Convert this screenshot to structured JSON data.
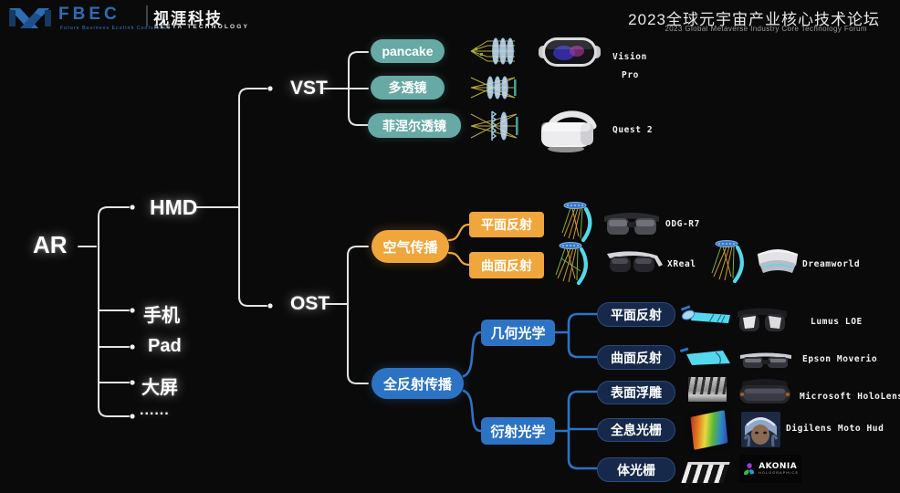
{
  "header": {
    "fbec": "FBEC",
    "fbec_tagline": "Future Business  Ecolink Conference",
    "seeya_cn": "视涯科技",
    "seeya_en": "SEEYA TECHNOLOGY",
    "forum_cn": "2023全球元宇宙产业核心技术论坛",
    "forum_en": "2023 Global Metaverse Industry Core Technology Forum"
  },
  "nodes": {
    "root": "AR",
    "hmd": "HMD",
    "phone": "手机",
    "pad": "Pad",
    "big_screen": "大屏",
    "more": "......",
    "vst": "VST",
    "ost": "OST",
    "pancake": "pancake",
    "multi_lens": "多透镜",
    "fresnel": "菲涅尔透镜",
    "air_transmission": "空气传播",
    "total_reflection": "全反射传播",
    "air_flat_reflection": "平面反射",
    "air_curved_reflection": "曲面反射",
    "geometric_optics": "几何光学",
    "diffractive_optics": "衍射光学",
    "geo_flat_reflection": "平面反射",
    "geo_curved_reflection": "曲面反射",
    "surface_relief": "表面浮雕",
    "holographic_grating": "全息光栅",
    "volume_grating": "体光栅"
  },
  "devices": {
    "vision_pro_line1": "Vision",
    "vision_pro_line2": "Pro",
    "quest2": "Quest 2",
    "odg_r7": "ODG-R7",
    "xreal": "XReal",
    "dreamworld": "Dreamworld",
    "lumus": "Lumus LOE",
    "epson": "Epson Moverio",
    "hololens": "Microsoft HoloLens",
    "digilens": "Digilens Moto Hud",
    "akonia_name": "AKONIA",
    "akonia_sub": "HOLOGRAPHICS"
  },
  "colors": {
    "background": "#0a0a0a",
    "teal": "#67aaa5",
    "orange": "#efa63c",
    "blue": "#2d73c4",
    "navy_pill": "#16294a",
    "line_white": "#e8e8e8",
    "logo_blue": "#2e6cb4",
    "mirror_cyan": "#55d8ea"
  }
}
